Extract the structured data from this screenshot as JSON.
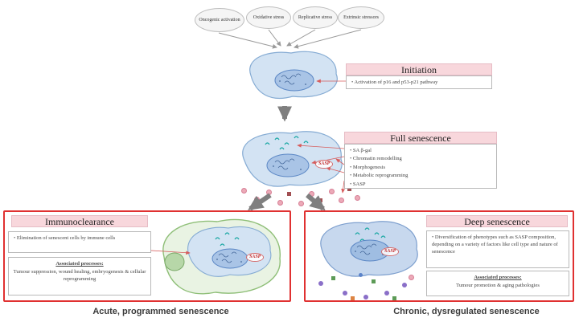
{
  "stressors": [
    "Oncogenic activation",
    "Oxidative stress",
    "Replicative stress",
    "Extrinsic stressors"
  ],
  "initiation": {
    "title": "Initiation",
    "bullet": "Activation of p16 and p53-p21 pathway"
  },
  "full_senescence": {
    "title": "Full senescence",
    "bullets": [
      "SA β-gal",
      "Chromatin remodelling",
      "Morphogenesis",
      "Metabolic reprogramming",
      "SASP"
    ]
  },
  "immunoclearance": {
    "title": "Immunoclearance",
    "bullet": "Elimination of senescent cells by immune cells",
    "associated_label": "Associated processes:",
    "associated_text": "Tumour suppression, wound healing, embryogenesis & cellular reprogramming"
  },
  "deep_senescence": {
    "title": "Deep senescence",
    "bullet": "Diversification of phenotypes such as SASP composition, depending on a variety of factors like cell type and nature of senescence",
    "associated_label": "Associated processes:",
    "associated_text": "Tumour promotion & aging pathologies"
  },
  "cell_labels": {
    "sasp": "SASP"
  },
  "captions": {
    "left": "Acute, programmed senescence",
    "right": "Chronic, dysregulated senescence"
  },
  "colors": {
    "header_pink": "#f8d7dc",
    "panel_border_red": "#e03131",
    "cell_blue_fill": "#d3e3f3",
    "cell_blue_border": "#85abd3",
    "nucleus_fill": "#a9c4e6",
    "nucleus_border": "#5b87c5",
    "immune_green_fill": "#e9f3e3",
    "immune_green_border": "#8fbf78",
    "marker_teal": "#1ba8a4",
    "sasp_red": "#c22727",
    "arrow_gray": "#7f7f7f"
  }
}
